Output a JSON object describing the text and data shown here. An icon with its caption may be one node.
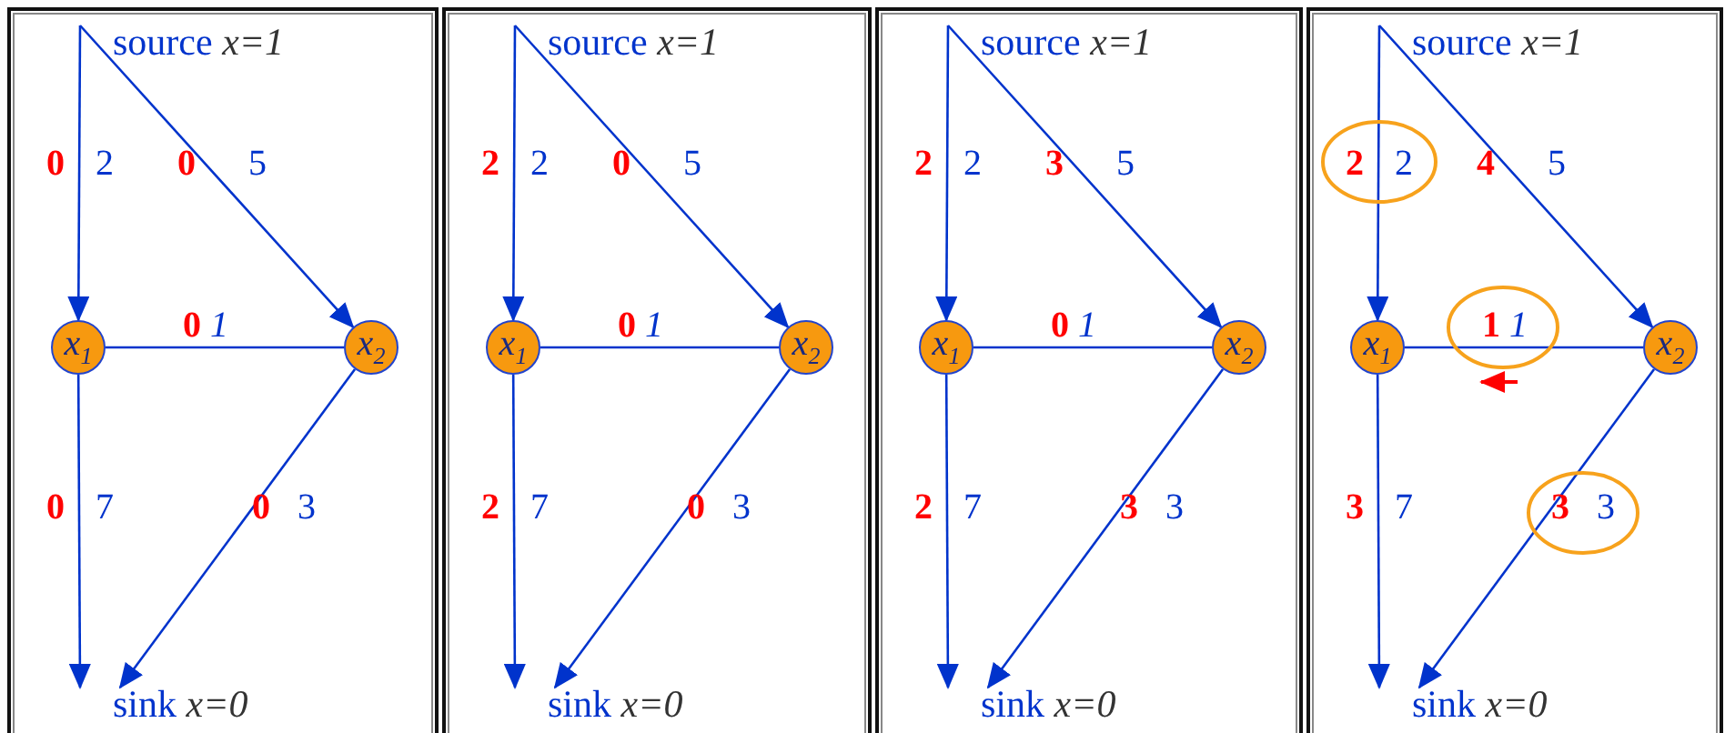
{
  "diagram": {
    "nodes": [
      {
        "text": [],
        "shape": "box"
      },
      {
        "text": [
          "source *x=1*"
        ],
        "in": 0
      },
      {
        "text": [
          "x$_{1}$"
        ],
        "in": 0
      },
      {
        "text": [
          "x$_{2}$"
        ],
        "in": 0
      },
      {
        "text": [
          "sink *x=0*"
        ],
        "in": 0
      },
      {
        "text": [],
        "shape": "box"
      },
      {
        "text": [
          "source *x=1*"
        ],
        "in": 5
      },
      {
        "text": [
          "x$_{1}$"
        ],
        "in": 5
      },
      {
        "text": [
          "x$_{2}$"
        ],
        "in": 5
      },
      {
        "text": [
          "sink *x=0*"
        ],
        "in": 5
      },
      {
        "text": [],
        "shape": "box"
      },
      {
        "text": [
          "source *x=1*"
        ],
        "in": 10
      },
      {
        "text": [
          "x$_{1}$"
        ],
        "in": 10
      },
      {
        "text": [
          "x$_{2}$"
        ],
        "in": 10
      },
      {
        "text": [
          "sink *x=0*"
        ],
        "in": 10
      },
      {
        "text": [],
        "shape": "box"
      },
      {
        "text": [
          "source *x=1*"
        ],
        "in": 15
      },
      {
        "text": [
          "x$_{1}$"
        ],
        "in": 15
      },
      {
        "text": [
          "x$_{2}$"
        ],
        "in": 15
      },
      {
        "text": [
          "sink *x=0*"
        ],
        "in": 15
      }
    ],
    "edges": [
      {
        "from": 1,
        "to": 2,
        "arrow": "to",
        "label": "**0** 2"
      },
      {
        "from": 1,
        "to": 3,
        "arrow": "to",
        "label": "**0** 5"
      },
      {
        "from": 2,
        "to": 3,
        "arrow": "none",
        "label": "**0** *1*"
      },
      {
        "from": 2,
        "to": 4,
        "arrow": "to",
        "label": "**0** 7"
      },
      {
        "from": 3,
        "to": 4,
        "arrow": "to",
        "label": "**0** 3"
      },
      {
        "from": 6,
        "to": 7,
        "arrow": "to",
        "label": "**2** 2"
      },
      {
        "from": 6,
        "to": 8,
        "arrow": "to",
        "label": "**0** 5"
      },
      {
        "from": 7,
        "to": 8,
        "arrow": "none",
        "label": "**0** *1*"
      },
      {
        "from": 7,
        "to": 9,
        "arrow": "to",
        "label": "**2** 7"
      },
      {
        "from": 8,
        "to": 9,
        "arrow": "to",
        "label": "**0** 3"
      },
      {
        "from": 11,
        "to": 12,
        "arrow": "to",
        "label": "**2** 2"
      },
      {
        "from": 11,
        "to": 13,
        "arrow": "to",
        "label": "**3** 5"
      },
      {
        "from": 12,
        "to": 13,
        "arrow": "none",
        "label": "**0** *1*"
      },
      {
        "from": 12,
        "to": 14,
        "arrow": "to",
        "label": "**2** 7"
      },
      {
        "from": 13,
        "to": 14,
        "arrow": "to",
        "label": "**3** 3"
      },
      {
        "from": 16,
        "to": 17,
        "arrow": "to",
        "label": "**2** 2"
      },
      {
        "from": 16,
        "to": 18,
        "arrow": "to",
        "label": "**4** 5"
      },
      {
        "from": 17,
        "to": 18,
        "arrow": "none",
        "label": "**1** *1*"
      },
      {
        "from": 17,
        "to": 19,
        "arrow": "to",
        "label": "**3** 7"
      },
      {
        "from": 18,
        "to": 19,
        "arrow": "to",
        "label": "**3** 3"
      }
    ]
  }
}
